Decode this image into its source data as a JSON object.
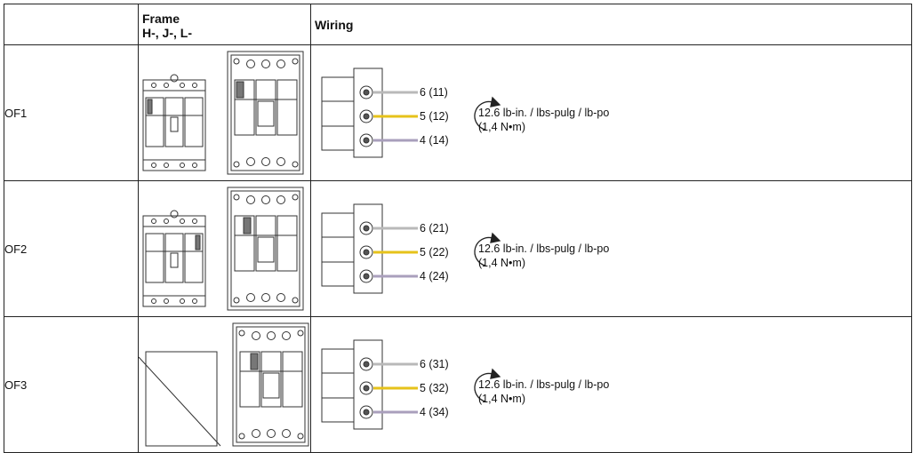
{
  "headers": {
    "blank": "",
    "frame_line1": "Frame",
    "frame_line2": "H-, J-, L-",
    "wiring": "Wiring"
  },
  "rows": [
    {
      "label": "OF1",
      "terminals": [
        {
          "text": "6 (11)",
          "color": "#b9b9b9"
        },
        {
          "text": "5 (12)",
          "color": "#e6c21a"
        },
        {
          "text": "4 (14)",
          "color": "#a99fbc"
        }
      ],
      "torque_line1": "12.6 lb-in. / lbs-pulg / lb-po",
      "torque_line2": "(1,4 N•m)"
    },
    {
      "label": "OF2",
      "terminals": [
        {
          "text": "6 (21)",
          "color": "#b9b9b9"
        },
        {
          "text": "5 (22)",
          "color": "#e6c21a"
        },
        {
          "text": "4 (24)",
          "color": "#a99fbc"
        }
      ],
      "torque_line1": "12.6 lb-in. / lbs-pulg / lb-po",
      "torque_line2": "(1,4 N•m)"
    },
    {
      "label": "OF3",
      "terminals": [
        {
          "text": "6 (31)",
          "color": "#b9b9b9"
        },
        {
          "text": "5 (32)",
          "color": "#e6c21a"
        },
        {
          "text": "4 (34)",
          "color": "#a99fbc"
        }
      ],
      "torque_line1": "12.6 lb-in. / lbs-pulg / lb-po",
      "torque_line2": "(1,4 N•m)"
    }
  ]
}
